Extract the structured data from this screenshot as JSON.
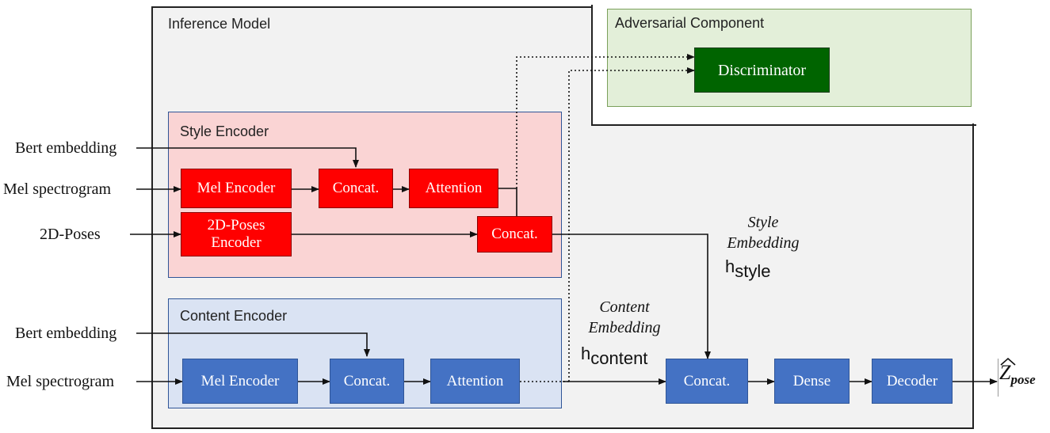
{
  "sections": {
    "inference_model": "Inference Model",
    "adversarial_component": "Adversarial Component",
    "style_encoder": "Style Encoder",
    "content_encoder": "Content Encoder"
  },
  "inputs": {
    "style_bert": "Bert embedding",
    "style_mel": "Mel spectrogram",
    "style_poses": "2D-Poses",
    "content_bert": "Bert embedding",
    "content_mel": "Mel spectrogram"
  },
  "style_blocks": {
    "mel_encoder": "Mel Encoder",
    "concat_1": "Concat.",
    "attention": "Attention",
    "poses_encoder_line1": "2D-Poses",
    "poses_encoder_line2": "Encoder",
    "concat_2": "Concat."
  },
  "content_blocks": {
    "mel_encoder": "Mel Encoder",
    "concat": "Concat.",
    "attention": "Attention"
  },
  "decoder_blocks": {
    "concat": "Concat.",
    "dense": "Dense",
    "decoder": "Decoder"
  },
  "discriminator": "Discriminator",
  "embeddings": {
    "style_line1": "Style",
    "style_line2": "Embedding",
    "style_h": "h",
    "style_sub": "style",
    "content_line1": "Content",
    "content_line2": "Embedding",
    "content_h": "h",
    "content_sub": "content"
  },
  "output": {
    "symbol": "Z",
    "subscript": "pose"
  },
  "colors": {
    "style_block": "#ff0000",
    "content_block": "#4472c4",
    "discriminator": "#006400",
    "style_panel": "#fad4d4",
    "content_panel": "#dae3f3",
    "adversarial_panel": "#e3efd9",
    "inference_panel": "#f2f2f2"
  }
}
